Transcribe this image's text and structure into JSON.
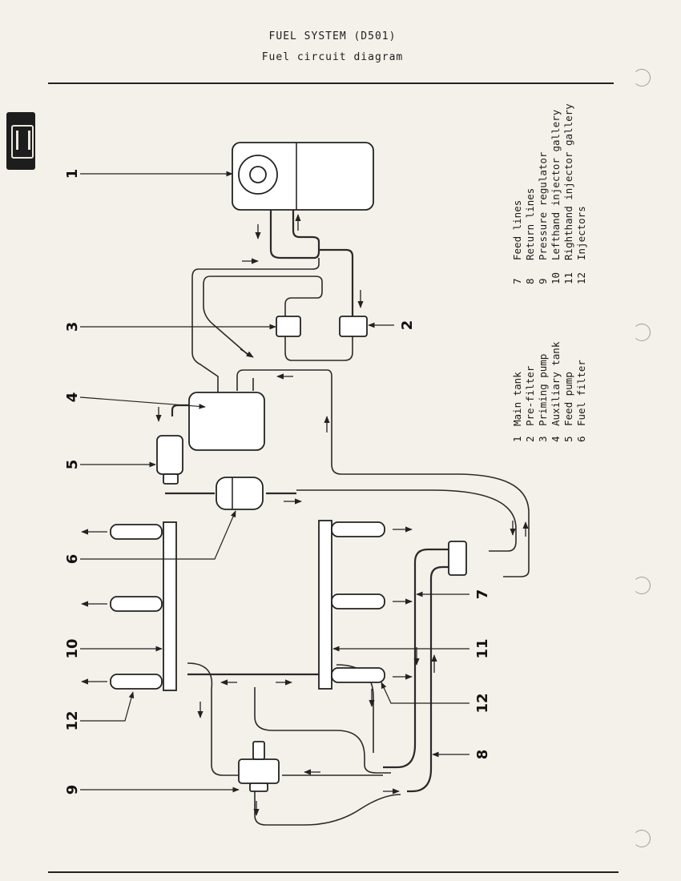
{
  "header": {
    "title": "FUEL SYSTEM (D501)",
    "subtitle": "Fuel circuit diagram"
  },
  "callouts": [
    "1",
    "2",
    "3",
    "4",
    "5",
    "6",
    "7",
    "8",
    "9",
    "10",
    "11",
    "12"
  ],
  "legend": {
    "left": [
      {
        "num": "1",
        "text": "Main tank"
      },
      {
        "num": "2",
        "text": "Pre-filter"
      },
      {
        "num": "3",
        "text": "Priming pump"
      },
      {
        "num": "4",
        "text": "Auxiliary tank"
      },
      {
        "num": "5",
        "text": "Feed pump"
      },
      {
        "num": "6",
        "text": "Fuel filter"
      }
    ],
    "right": [
      {
        "num": "7",
        "text": "Feed lines"
      },
      {
        "num": "8",
        "text": "Return lines"
      },
      {
        "num": "9",
        "text": "Pressure regulator"
      },
      {
        "num": "10",
        "text": "Lefthand injector gallery"
      },
      {
        "num": "11",
        "text": "Righthand injector gallery"
      },
      {
        "num": "12",
        "text": "Injectors"
      }
    ]
  },
  "icons": {
    "section_tab": "engine-icon"
  }
}
